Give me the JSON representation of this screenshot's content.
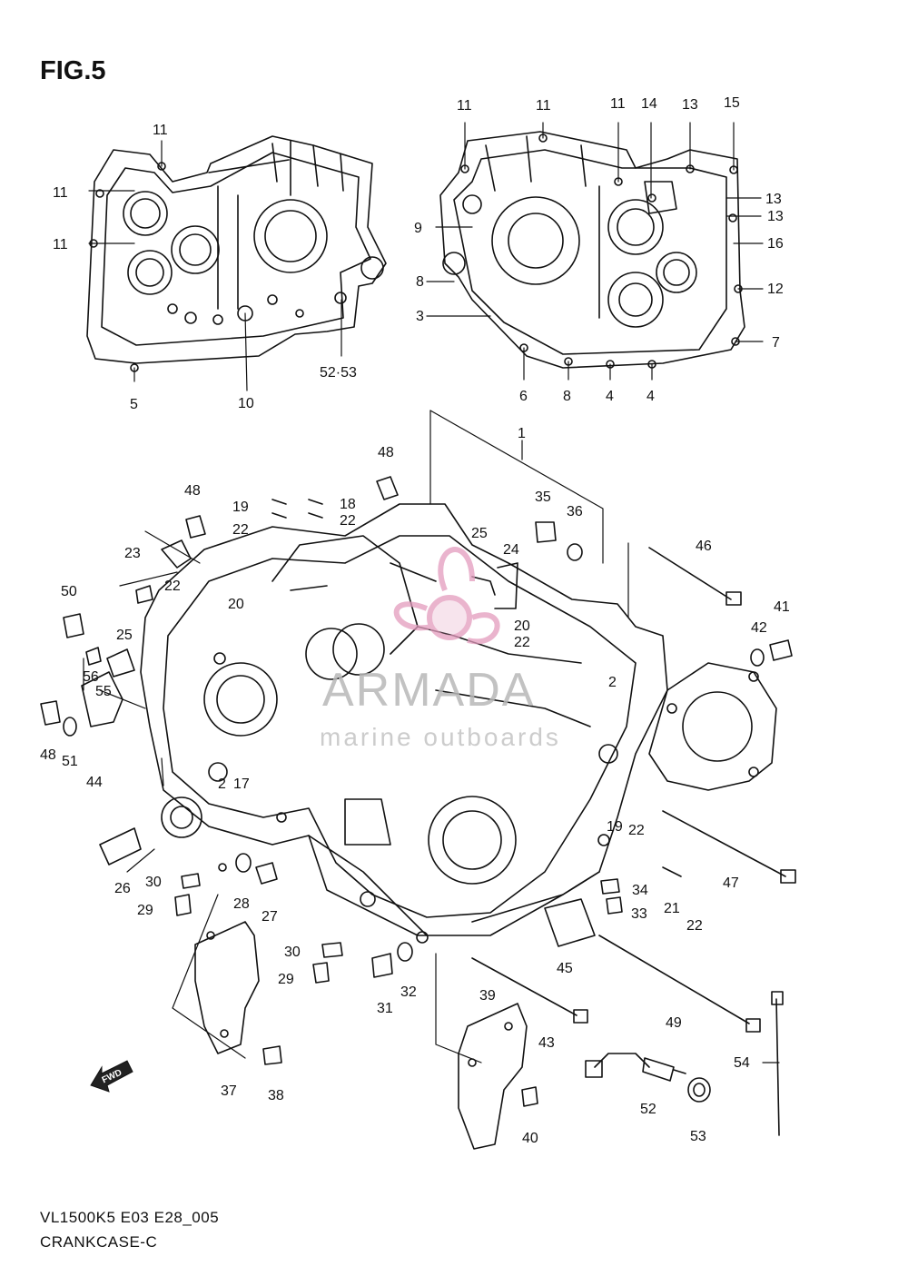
{
  "figure": {
    "title": "FIG.5",
    "model_code": "VL1500K5 E03 E28_005",
    "section_name": "CRANKCASE-C"
  },
  "watermark": {
    "brand": "ARMADA",
    "tagline": "marine outboards",
    "logo_color": "#e39bbd"
  },
  "fwd_arrow": {
    "label": "FWD"
  },
  "callouts": [
    {
      "id": "c11a",
      "text": "11"
    },
    {
      "id": "c11b",
      "text": "11"
    },
    {
      "id": "c11c",
      "text": "11"
    },
    {
      "id": "c5",
      "text": "5"
    },
    {
      "id": "c10",
      "text": "10"
    },
    {
      "id": "c5253",
      "text": "52·53"
    },
    {
      "id": "c11d",
      "text": "11"
    },
    {
      "id": "c11e",
      "text": "11"
    },
    {
      "id": "c11f",
      "text": "11"
    },
    {
      "id": "c14",
      "text": "14"
    },
    {
      "id": "c13a",
      "text": "13"
    },
    {
      "id": "c15",
      "text": "15"
    },
    {
      "id": "c9",
      "text": "9"
    },
    {
      "id": "c13b",
      "text": "13"
    },
    {
      "id": "c13c",
      "text": "13"
    },
    {
      "id": "c16",
      "text": "16"
    },
    {
      "id": "c8a",
      "text": "8"
    },
    {
      "id": "c12",
      "text": "12"
    },
    {
      "id": "c3",
      "text": "3"
    },
    {
      "id": "c7",
      "text": "7"
    },
    {
      "id": "c6",
      "text": "6"
    },
    {
      "id": "c8b",
      "text": "8"
    },
    {
      "id": "c4a",
      "text": "4"
    },
    {
      "id": "c4b",
      "text": "4"
    },
    {
      "id": "c1",
      "text": "1"
    },
    {
      "id": "c48a",
      "text": "48"
    },
    {
      "id": "c48b",
      "text": "48"
    },
    {
      "id": "c19a",
      "text": "19"
    },
    {
      "id": "c18",
      "text": "18"
    },
    {
      "id": "c22a",
      "text": "22"
    },
    {
      "id": "c22b",
      "text": "22"
    },
    {
      "id": "c35",
      "text": "35"
    },
    {
      "id": "c36",
      "text": "36"
    },
    {
      "id": "c25a",
      "text": "25"
    },
    {
      "id": "c24",
      "text": "24"
    },
    {
      "id": "c23",
      "text": "23"
    },
    {
      "id": "c46",
      "text": "46"
    },
    {
      "id": "c22c",
      "text": "22"
    },
    {
      "id": "c20a",
      "text": "20"
    },
    {
      "id": "c50",
      "text": "50"
    },
    {
      "id": "c25b",
      "text": "25"
    },
    {
      "id": "c20b",
      "text": "20"
    },
    {
      "id": "c22d",
      "text": "22"
    },
    {
      "id": "c41",
      "text": "41"
    },
    {
      "id": "c42",
      "text": "42"
    },
    {
      "id": "c56",
      "text": "56"
    },
    {
      "id": "c55",
      "text": "55"
    },
    {
      "id": "c2a",
      "text": "2"
    },
    {
      "id": "c48c",
      "text": "48"
    },
    {
      "id": "c51",
      "text": "51"
    },
    {
      "id": "c44",
      "text": "44"
    },
    {
      "id": "c2b",
      "text": "2"
    },
    {
      "id": "c17",
      "text": "17"
    },
    {
      "id": "c19b",
      "text": "19"
    },
    {
      "id": "c22e",
      "text": "22"
    },
    {
      "id": "c26",
      "text": "26"
    },
    {
      "id": "c47",
      "text": "47"
    },
    {
      "id": "c30a",
      "text": "30"
    },
    {
      "id": "c28",
      "text": "28"
    },
    {
      "id": "c27",
      "text": "27"
    },
    {
      "id": "c34",
      "text": "34"
    },
    {
      "id": "c29a",
      "text": "29"
    },
    {
      "id": "c21",
      "text": "21"
    },
    {
      "id": "c33",
      "text": "33"
    },
    {
      "id": "c22f",
      "text": "22"
    },
    {
      "id": "c30b",
      "text": "30"
    },
    {
      "id": "c45",
      "text": "45"
    },
    {
      "id": "c29b",
      "text": "29"
    },
    {
      "id": "c31",
      "text": "31"
    },
    {
      "id": "c32",
      "text": "32"
    },
    {
      "id": "c39",
      "text": "39"
    },
    {
      "id": "c43",
      "text": "43"
    },
    {
      "id": "c49",
      "text": "49"
    },
    {
      "id": "c54",
      "text": "54"
    },
    {
      "id": "c37",
      "text": "37"
    },
    {
      "id": "c38",
      "text": "38"
    },
    {
      "id": "c52",
      "text": "52"
    },
    {
      "id": "c53",
      "text": "53"
    },
    {
      "id": "c40",
      "text": "40"
    }
  ]
}
